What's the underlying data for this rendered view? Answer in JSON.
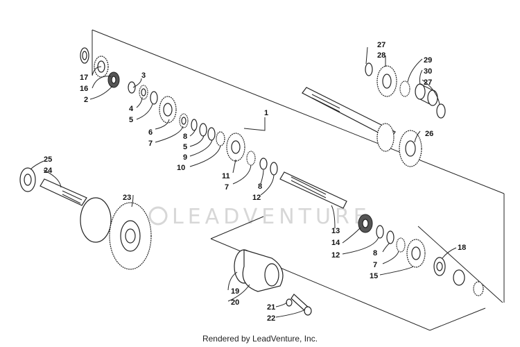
{
  "watermark": "LEADVENTURE",
  "footer": "Rendered by LeadVenture, Inc.",
  "callouts": [
    "1",
    "2",
    "3",
    "4",
    "5",
    "5",
    "6",
    "7",
    "7",
    "7",
    "8",
    "8",
    "8",
    "9",
    "10",
    "11",
    "12",
    "12",
    "13",
    "14",
    "15",
    "16",
    "17",
    "18",
    "19",
    "20",
    "21",
    "22",
    "23",
    "24",
    "25",
    "26",
    "27",
    "27",
    "28",
    "29",
    "30"
  ]
}
